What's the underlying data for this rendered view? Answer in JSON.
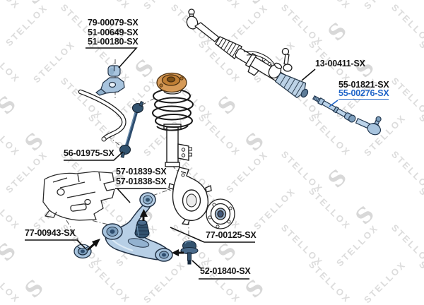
{
  "brand": {
    "watermark_text": "STELLOX",
    "logo_letter": "S"
  },
  "colors": {
    "highlight_link": "#1f64c8",
    "part_fill_blue": "#b7cfe6",
    "part_fill_navy": "#33536f",
    "mount_orange": "#d69a57",
    "watermark_gray": "#dcdcdc",
    "line_black": "#1c1c1c"
  },
  "callouts": {
    "stabilizer_bushing_kit": {
      "lines": [
        "79-00079-SX",
        "51-00649-SX",
        "51-00180-SX"
      ]
    },
    "steering_rack": {
      "part": "13-00411-SX"
    },
    "tie_rod_end": {
      "part": "55-01821-SX"
    },
    "axial_joint": {
      "part": "55-00276-SX",
      "highlighted": true
    },
    "stabilizer_link": {
      "part": "56-01975-SX"
    },
    "control_arm": {
      "lines": [
        "57-01839-SX",
        "57-01838-SX"
      ]
    },
    "subframe_bushing": {
      "part": "77-00943-SX"
    },
    "control_arm_bushing": {
      "part": "77-00125-SX"
    },
    "ball_joint": {
      "part": "52-01840-SX"
    }
  }
}
